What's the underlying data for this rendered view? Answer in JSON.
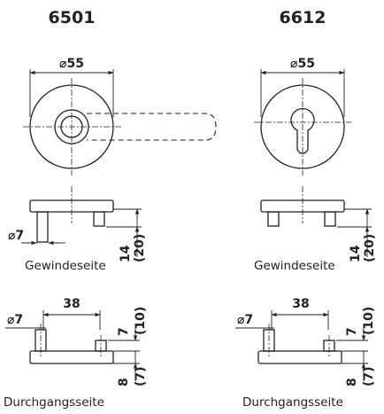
{
  "models": [
    {
      "number": "6501",
      "diameter_label": "⌀55",
      "gewinde": {
        "pin_label": "⌀7",
        "height_label": "14",
        "height_alt_label": "(20)",
        "caption": "Gewindeseite"
      },
      "durchgang": {
        "pin_label": "⌀7",
        "spacing_label": "38",
        "upper_label": "7",
        "upper_alt_label": "(10)",
        "lower_label": "8",
        "lower_alt_label": "(7)",
        "caption": "Durchgangsseite"
      }
    },
    {
      "number": "6612",
      "diameter_label": "⌀55",
      "gewinde": {
        "pin_label": "",
        "height_label": "14",
        "height_alt_label": "(20)",
        "caption": "Gewindeseite"
      },
      "durchgang": {
        "pin_label": "⌀7",
        "spacing_label": "38",
        "upper_label": "7",
        "upper_alt_label": "(10)",
        "lower_label": "8",
        "lower_alt_label": "(7)",
        "caption": "Durchgangsseite"
      }
    }
  ]
}
